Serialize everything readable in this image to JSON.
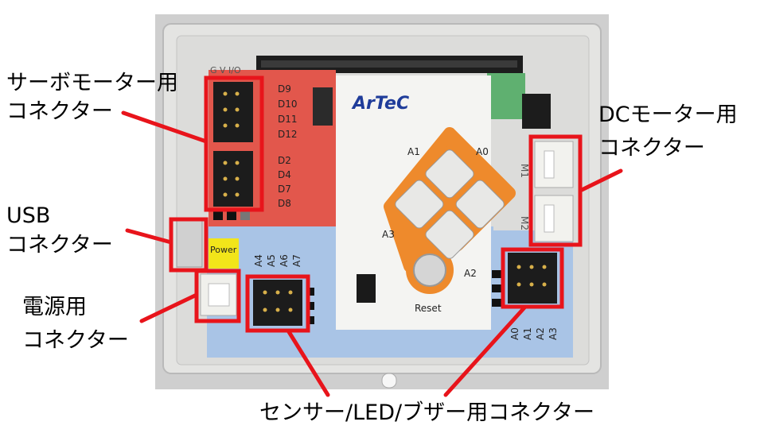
{
  "labels": {
    "servo_line1": "サーボモーター用",
    "servo_line2": "コネクター",
    "dc_line1": "DCモーター用",
    "dc_line2": "コネクター",
    "usb_line1": "USB",
    "usb_line2": "コネクター",
    "power_line1": "電源用",
    "power_line2": "コネクター",
    "sensor": "センサー/LED/ブザー用コネクター"
  },
  "board": {
    "logo": "ArTeC",
    "power": "Power",
    "reset": "Reset",
    "pins_top": [
      "D9",
      "D10",
      "D11",
      "D12"
    ],
    "pins_bottom": [
      "D2",
      "D4",
      "D7",
      "D8"
    ],
    "analog_top": [
      "A4",
      "A5",
      "A6",
      "A7"
    ],
    "analog_right": [
      "A0",
      "A1",
      "A2",
      "A3"
    ],
    "buttons": [
      "A1",
      "A0",
      "A3",
      "A2"
    ],
    "motors": [
      "M1",
      "M2"
    ],
    "header_gvio": "G V I/O"
  },
  "colors": {
    "highlight": "#e8141b",
    "zone_red": "#e2574c",
    "zone_blue": "#a9c4e6",
    "zone_green": "#5fb070",
    "power_yellow": "#f2e51a",
    "accent_orange": "#ee8a2c"
  }
}
